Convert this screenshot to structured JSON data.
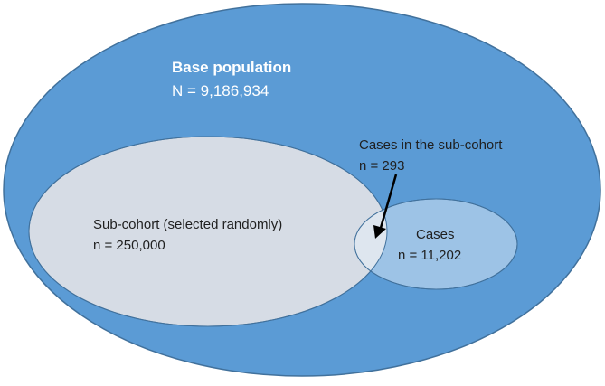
{
  "diagram": {
    "base_population": {
      "title": "Base population",
      "count": "N = 9,186,934"
    },
    "sub_cohort": {
      "title": "Sub-cohort (selected randomly)",
      "count": "n = 250,000"
    },
    "cases": {
      "title": "Cases",
      "count": "n = 11,202"
    },
    "cases_in_sub_cohort": {
      "title": "Cases in the sub-cohort",
      "count": "n = 293"
    },
    "colors": {
      "base_fill": "#5b9bd5",
      "base_stroke": "#41719c",
      "sub_cohort_fill": "#d6dce5",
      "cases_fill": "#9dc3e6",
      "overlap_fill": "#dee6ef",
      "white_text": "#ffffff",
      "dark_text": "#1f1f1f"
    }
  }
}
